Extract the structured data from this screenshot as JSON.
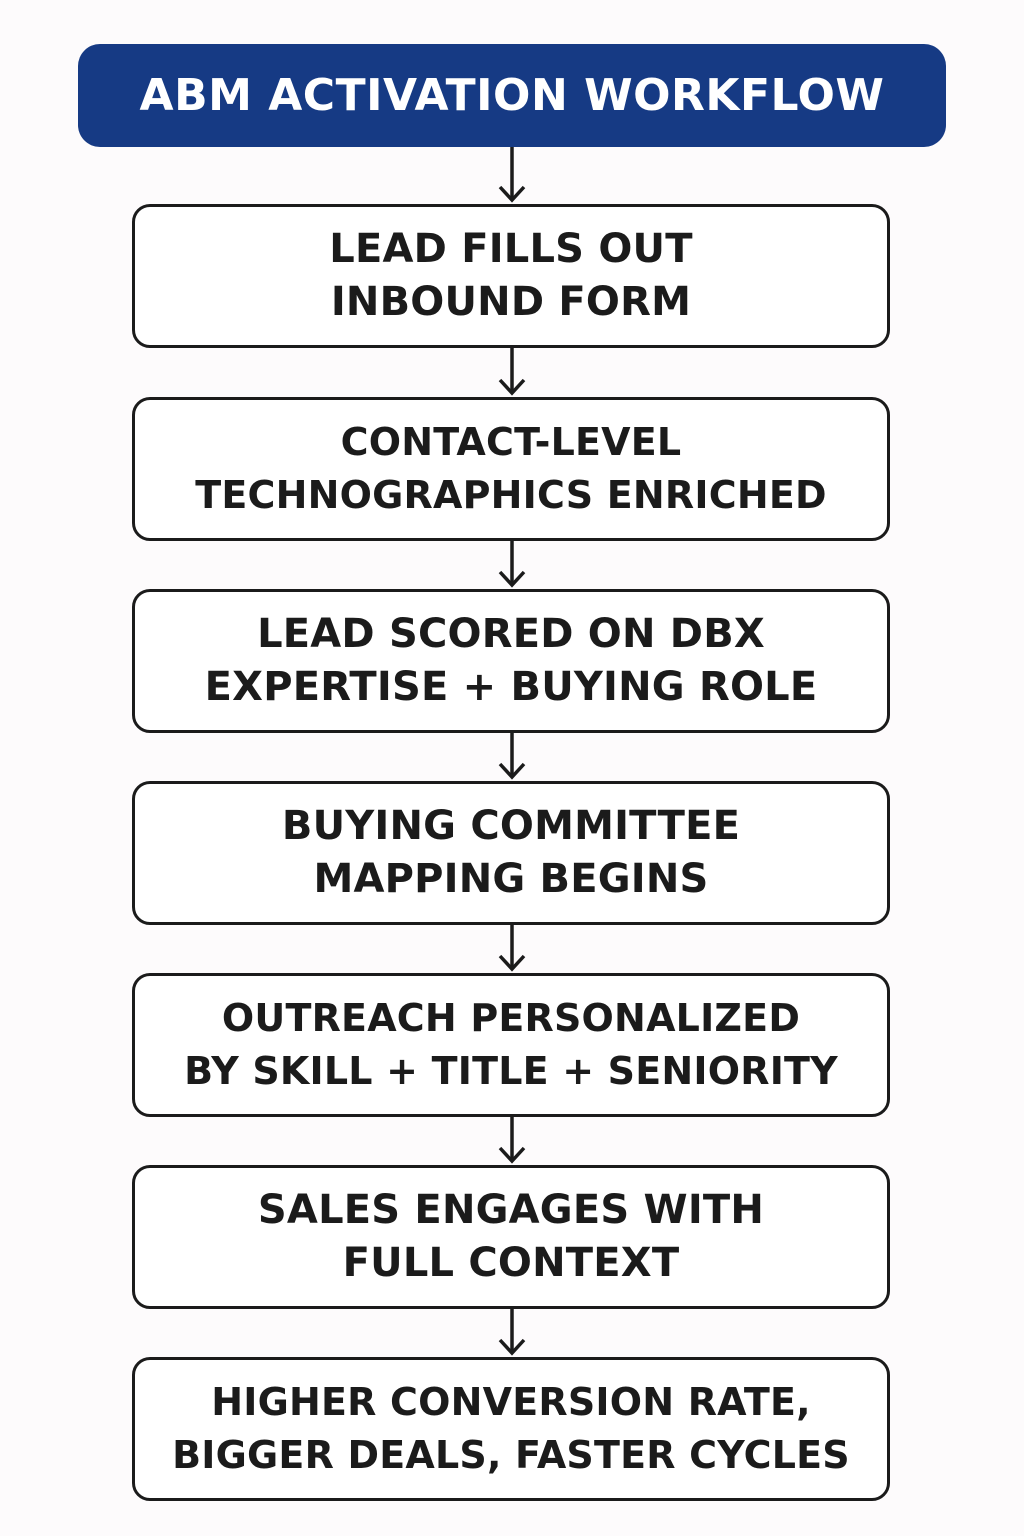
{
  "diagram": {
    "title": "ABM ACTIVATION WORKFLOW",
    "steps": [
      "LEAD FILLS OUT\nINBOUND FORM",
      "CONTACT-LEVEL\nTECHNOGRAPHICS ENRICHED",
      "LEAD SCORED ON DBX\nEXPERTISE + BUYING ROLE",
      "BUYING COMMITTEE\nMAPPING BEGINS",
      "OUTREACH PERSONALIZED\nBY SKILL + TITLE + SENIORITY",
      "SALES ENGAGES WITH\nFULL CONTEXT",
      "HIGHER CONVERSION RATE,\nBIGGER DEALS, FASTER CYCLES"
    ]
  },
  "colors": {
    "header_background": "#163a84",
    "header_text": "#ffffff",
    "box_border": "#1b1b1b",
    "arrow": "#1b1b1b",
    "page_background": "#fdfbfc"
  }
}
